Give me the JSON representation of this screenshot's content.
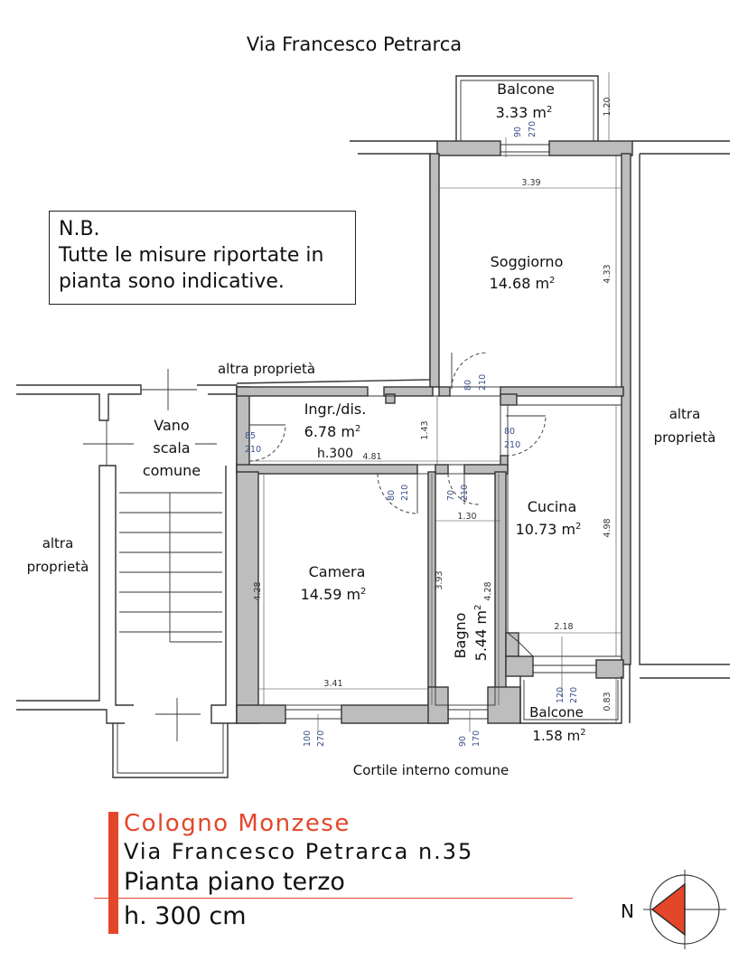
{
  "street_header": "Via Francesco Petrarca",
  "note": {
    "line1": "N.B.",
    "line2": "Tutte le misure riportate in",
    "line3": "pianta sono indicative."
  },
  "neighbors": {
    "top": "altra proprietà",
    "right_1": "altra",
    "right_2": "proprietà",
    "left_1": "altra",
    "left_2": "proprietà"
  },
  "courtyard": "Cortile interno comune",
  "rooms": {
    "balcone_top": {
      "name": "Balcone",
      "area": "3.33 m",
      "sup": "2"
    },
    "soggiorno": {
      "name": "Soggiorno",
      "area": "14.68 m",
      "sup": "2"
    },
    "ingresso": {
      "name": "Ingr./dis.",
      "area": "6.78 m",
      "sup": "2",
      "height": "h.300"
    },
    "cucina": {
      "name": "Cucina",
      "area": "10.73 m",
      "sup": "2"
    },
    "camera": {
      "name": "Camera",
      "area": "14.59 m",
      "sup": "2"
    },
    "bagno": {
      "name": "Bagno",
      "area": "5.44 m",
      "sup": "2"
    },
    "balcone_bottom": {
      "name": "Balcone",
      "area": "1.58 m",
      "sup": "2"
    },
    "vano_scala": {
      "line1": "Vano",
      "line2": "scala",
      "line3": "comune"
    }
  },
  "dimensions": {
    "balcone_top_depth": "1.20",
    "soggiorno_width": "3.39",
    "soggiorno_depth": "4.33",
    "ingresso_width": "4.81",
    "ingresso_depth": "1.43",
    "bagno_width": "1.30",
    "bagno_depth_left": "3.93",
    "bagno_depth_right": "4.28",
    "camera_depth": "4.28",
    "camera_width": "3.41",
    "cucina_depth": "4.98",
    "cucina_width": "2.18",
    "balcone_bottom_depth": "0.83"
  },
  "openings": {
    "balcone_top_door": {
      "w": "90",
      "h": "270"
    },
    "soggiorno_door": {
      "w": "80",
      "h": "210"
    },
    "cucina_door": {
      "w": "80",
      "h": "210"
    },
    "ingresso_door": {
      "w": "85",
      "h": "210"
    },
    "camera_door": {
      "w": "80",
      "h": "210"
    },
    "bagno_door": {
      "w": "70",
      "h": "210"
    },
    "cucina_window": {
      "w": "120",
      "h": "270"
    },
    "camera_window": {
      "w": "100",
      "h": "270"
    },
    "bagno_window": {
      "w": "90",
      "h": "170"
    }
  },
  "title": {
    "city": "Cologno Monzese",
    "address": "Via Francesco Petrarca n.35",
    "floor": "Pianta piano terzo",
    "height": "h. 300 cm"
  },
  "north": "N",
  "colors": {
    "accent": "#e4462a",
    "wall": "#bdbdbd",
    "opening_text": "#3a4f8a"
  }
}
